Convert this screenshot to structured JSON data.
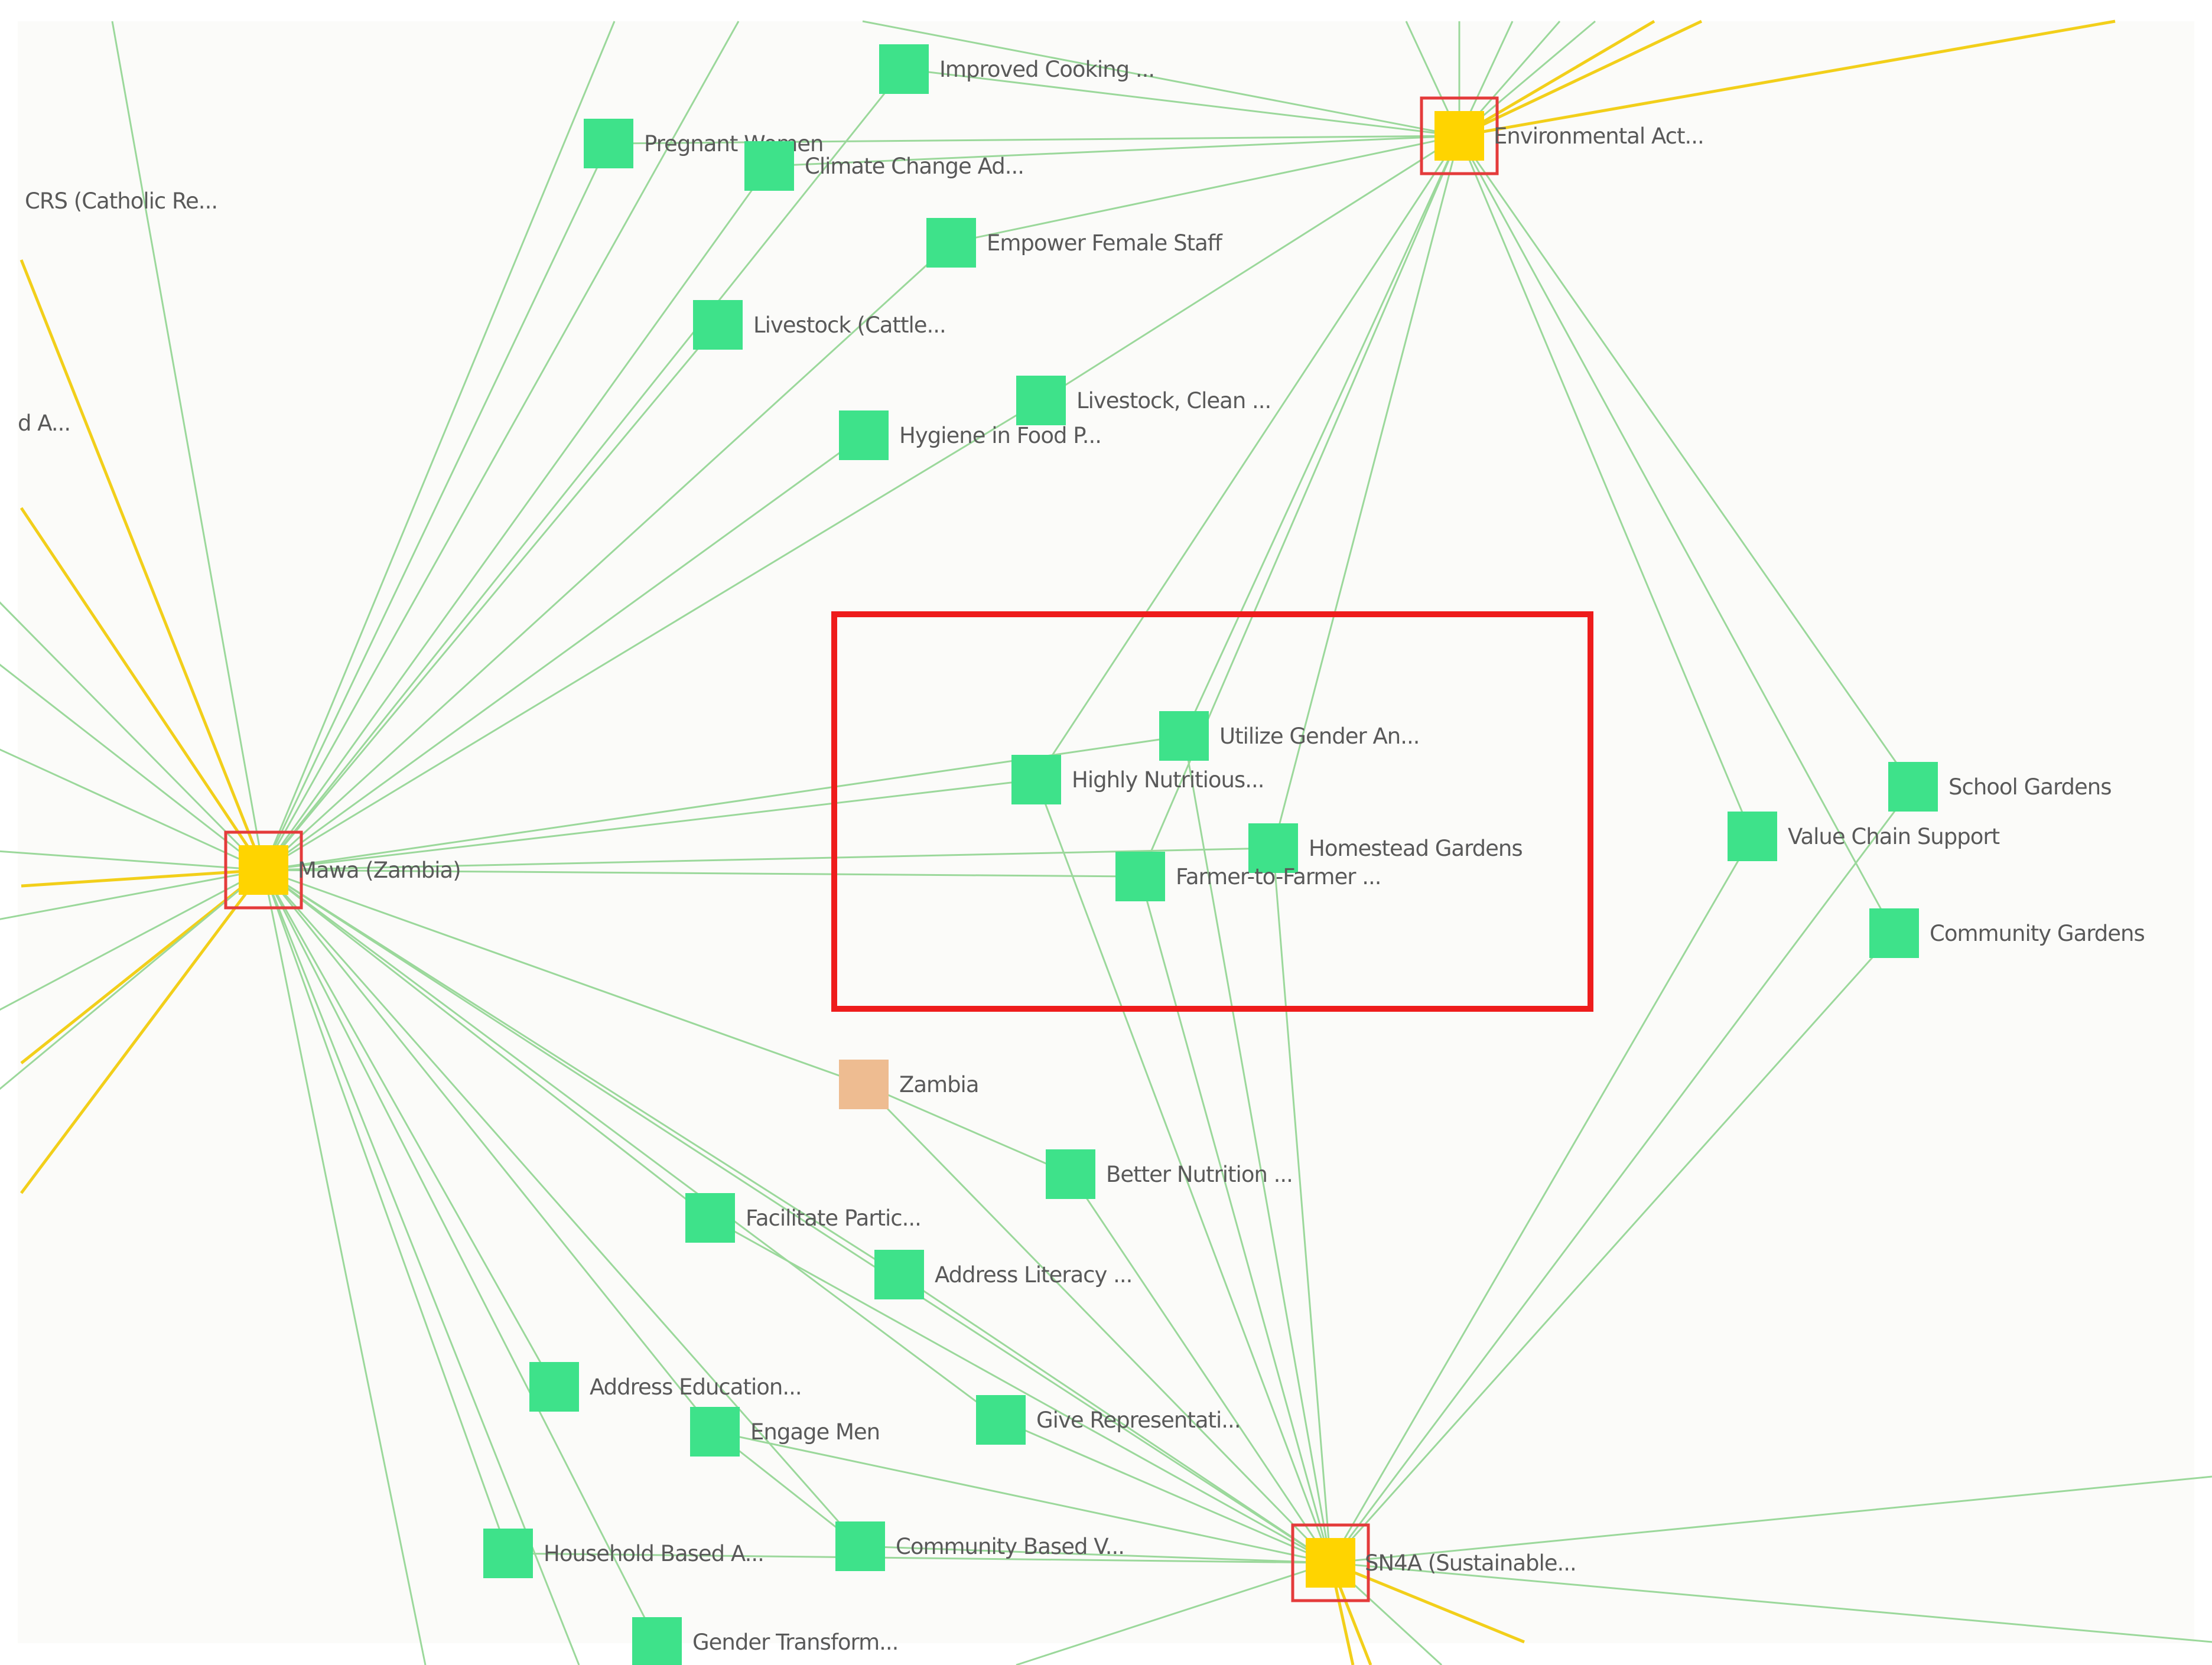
{
  "colors": {
    "topic": "#3ee28a",
    "hub": "#ffd400",
    "country": "#eebc91",
    "hub_frame": "#e43b3b",
    "highlight": "#ee1c1c",
    "edge": "#9bd89b",
    "edge_strong": "#f2cf1a",
    "label": "#595959"
  },
  "nodes": [
    {
      "id": "improved-cooking",
      "kind": "topic",
      "label": "Improved Cooking ..."
    },
    {
      "id": "pregnant-women",
      "kind": "topic",
      "label": "Pregnant Women"
    },
    {
      "id": "climate-change",
      "kind": "topic",
      "label": "Climate Change Ad..."
    },
    {
      "id": "crs",
      "kind": "text",
      "label": "CRS (Catholic Re..."
    },
    {
      "id": "empower-female-staff",
      "kind": "topic",
      "label": "Empower Female Staff"
    },
    {
      "id": "livestock-cattle",
      "kind": "topic",
      "label": "Livestock (Cattle..."
    },
    {
      "id": "livestock-clean",
      "kind": "topic",
      "label": "Livestock, Clean ..."
    },
    {
      "id": "hygiene-food",
      "kind": "topic",
      "label": "Hygiene in Food P..."
    },
    {
      "id": "ed-a",
      "kind": "text",
      "label": "d A..."
    },
    {
      "id": "environmental-act",
      "kind": "hub",
      "label": "Environmental Act..."
    },
    {
      "id": "utilize-gender",
      "kind": "topic",
      "label": "Utilize Gender An..."
    },
    {
      "id": "highly-nutritious",
      "kind": "topic",
      "label": "Highly Nutritious..."
    },
    {
      "id": "homestead-gardens",
      "kind": "topic",
      "label": "Homestead Gardens"
    },
    {
      "id": "farmer-to-farmer",
      "kind": "topic",
      "label": "Farmer-to-Farmer ..."
    },
    {
      "id": "school-gardens",
      "kind": "topic",
      "label": "School Gardens"
    },
    {
      "id": "value-chain",
      "kind": "topic",
      "label": "Value Chain Support"
    },
    {
      "id": "community-gardens",
      "kind": "topic",
      "label": "Community Gardens"
    },
    {
      "id": "mawa",
      "kind": "hub",
      "label": "Mawa (Zambia)"
    },
    {
      "id": "zambia",
      "kind": "country",
      "label": "Zambia"
    },
    {
      "id": "better-nutrition",
      "kind": "topic",
      "label": "Better Nutrition ..."
    },
    {
      "id": "facilitate-partic",
      "kind": "topic",
      "label": "Facilitate Partic..."
    },
    {
      "id": "address-literacy",
      "kind": "topic",
      "label": "Address Literacy ..."
    },
    {
      "id": "address-education",
      "kind": "topic",
      "label": "Address Education..."
    },
    {
      "id": "engage-men",
      "kind": "topic",
      "label": "Engage Men"
    },
    {
      "id": "give-representati",
      "kind": "topic",
      "label": "Give Representati..."
    },
    {
      "id": "household-based",
      "kind": "topic",
      "label": "Household Based A..."
    },
    {
      "id": "community-based",
      "kind": "topic",
      "label": "Community Based V..."
    },
    {
      "id": "sn4a",
      "kind": "hub",
      "label": "SN4A (Sustainable..."
    },
    {
      "id": "gender-transform",
      "kind": "topic",
      "label": "Gender Transform..."
    }
  ],
  "edges": [
    [
      "mawa",
      "pregnant-women"
    ],
    [
      "mawa",
      "climate-change"
    ],
    [
      "mawa",
      "improved-cooking"
    ],
    [
      "mawa",
      "livestock-cattle"
    ],
    [
      "mawa",
      "empower-female-staff"
    ],
    [
      "mawa",
      "hygiene-food"
    ],
    [
      "mawa",
      "livestock-clean"
    ],
    [
      "mawa",
      "highly-nutritious"
    ],
    [
      "mawa",
      "utilize-gender"
    ],
    [
      "mawa",
      "farmer-to-farmer"
    ],
    [
      "mawa",
      "homestead-gardens"
    ],
    [
      "mawa",
      "zambia"
    ],
    [
      "mawa",
      "facilitate-partic"
    ],
    [
      "mawa",
      "address-literacy"
    ],
    [
      "mawa",
      "address-education"
    ],
    [
      "mawa",
      "engage-men"
    ],
    [
      "mawa",
      "give-representati"
    ],
    [
      "mawa",
      "household-based"
    ],
    [
      "mawa",
      "community-based"
    ],
    [
      "mawa",
      "gender-transform"
    ],
    [
      "mawa",
      "sn4a"
    ],
    [
      "environmental-act",
      "improved-cooking"
    ],
    [
      "environmental-act",
      "pregnant-women"
    ],
    [
      "environmental-act",
      "climate-change"
    ],
    [
      "environmental-act",
      "empower-female-staff"
    ],
    [
      "environmental-act",
      "livestock-clean"
    ],
    [
      "environmental-act",
      "highly-nutritious"
    ],
    [
      "environmental-act",
      "utilize-gender"
    ],
    [
      "environmental-act",
      "homestead-gardens"
    ],
    [
      "environmental-act",
      "farmer-to-farmer"
    ],
    [
      "environmental-act",
      "value-chain"
    ],
    [
      "environmental-act",
      "school-gardens"
    ],
    [
      "environmental-act",
      "community-gardens"
    ],
    [
      "sn4a",
      "highly-nutritious"
    ],
    [
      "sn4a",
      "utilize-gender"
    ],
    [
      "sn4a",
      "homestead-gardens"
    ],
    [
      "sn4a",
      "farmer-to-farmer"
    ],
    [
      "sn4a",
      "value-chain"
    ],
    [
      "sn4a",
      "school-gardens"
    ],
    [
      "sn4a",
      "community-gardens"
    ],
    [
      "sn4a",
      "zambia"
    ],
    [
      "sn4a",
      "better-nutrition"
    ],
    [
      "sn4a",
      "address-literacy"
    ],
    [
      "sn4a",
      "give-representati"
    ],
    [
      "sn4a",
      "engage-men"
    ],
    [
      "sn4a",
      "community-based"
    ],
    [
      "sn4a",
      "household-based"
    ],
    [
      "sn4a",
      "facilitate-partic"
    ],
    [
      "zambia",
      "better-nutrition"
    ],
    [
      "engage-men",
      "community-based"
    ]
  ]
}
